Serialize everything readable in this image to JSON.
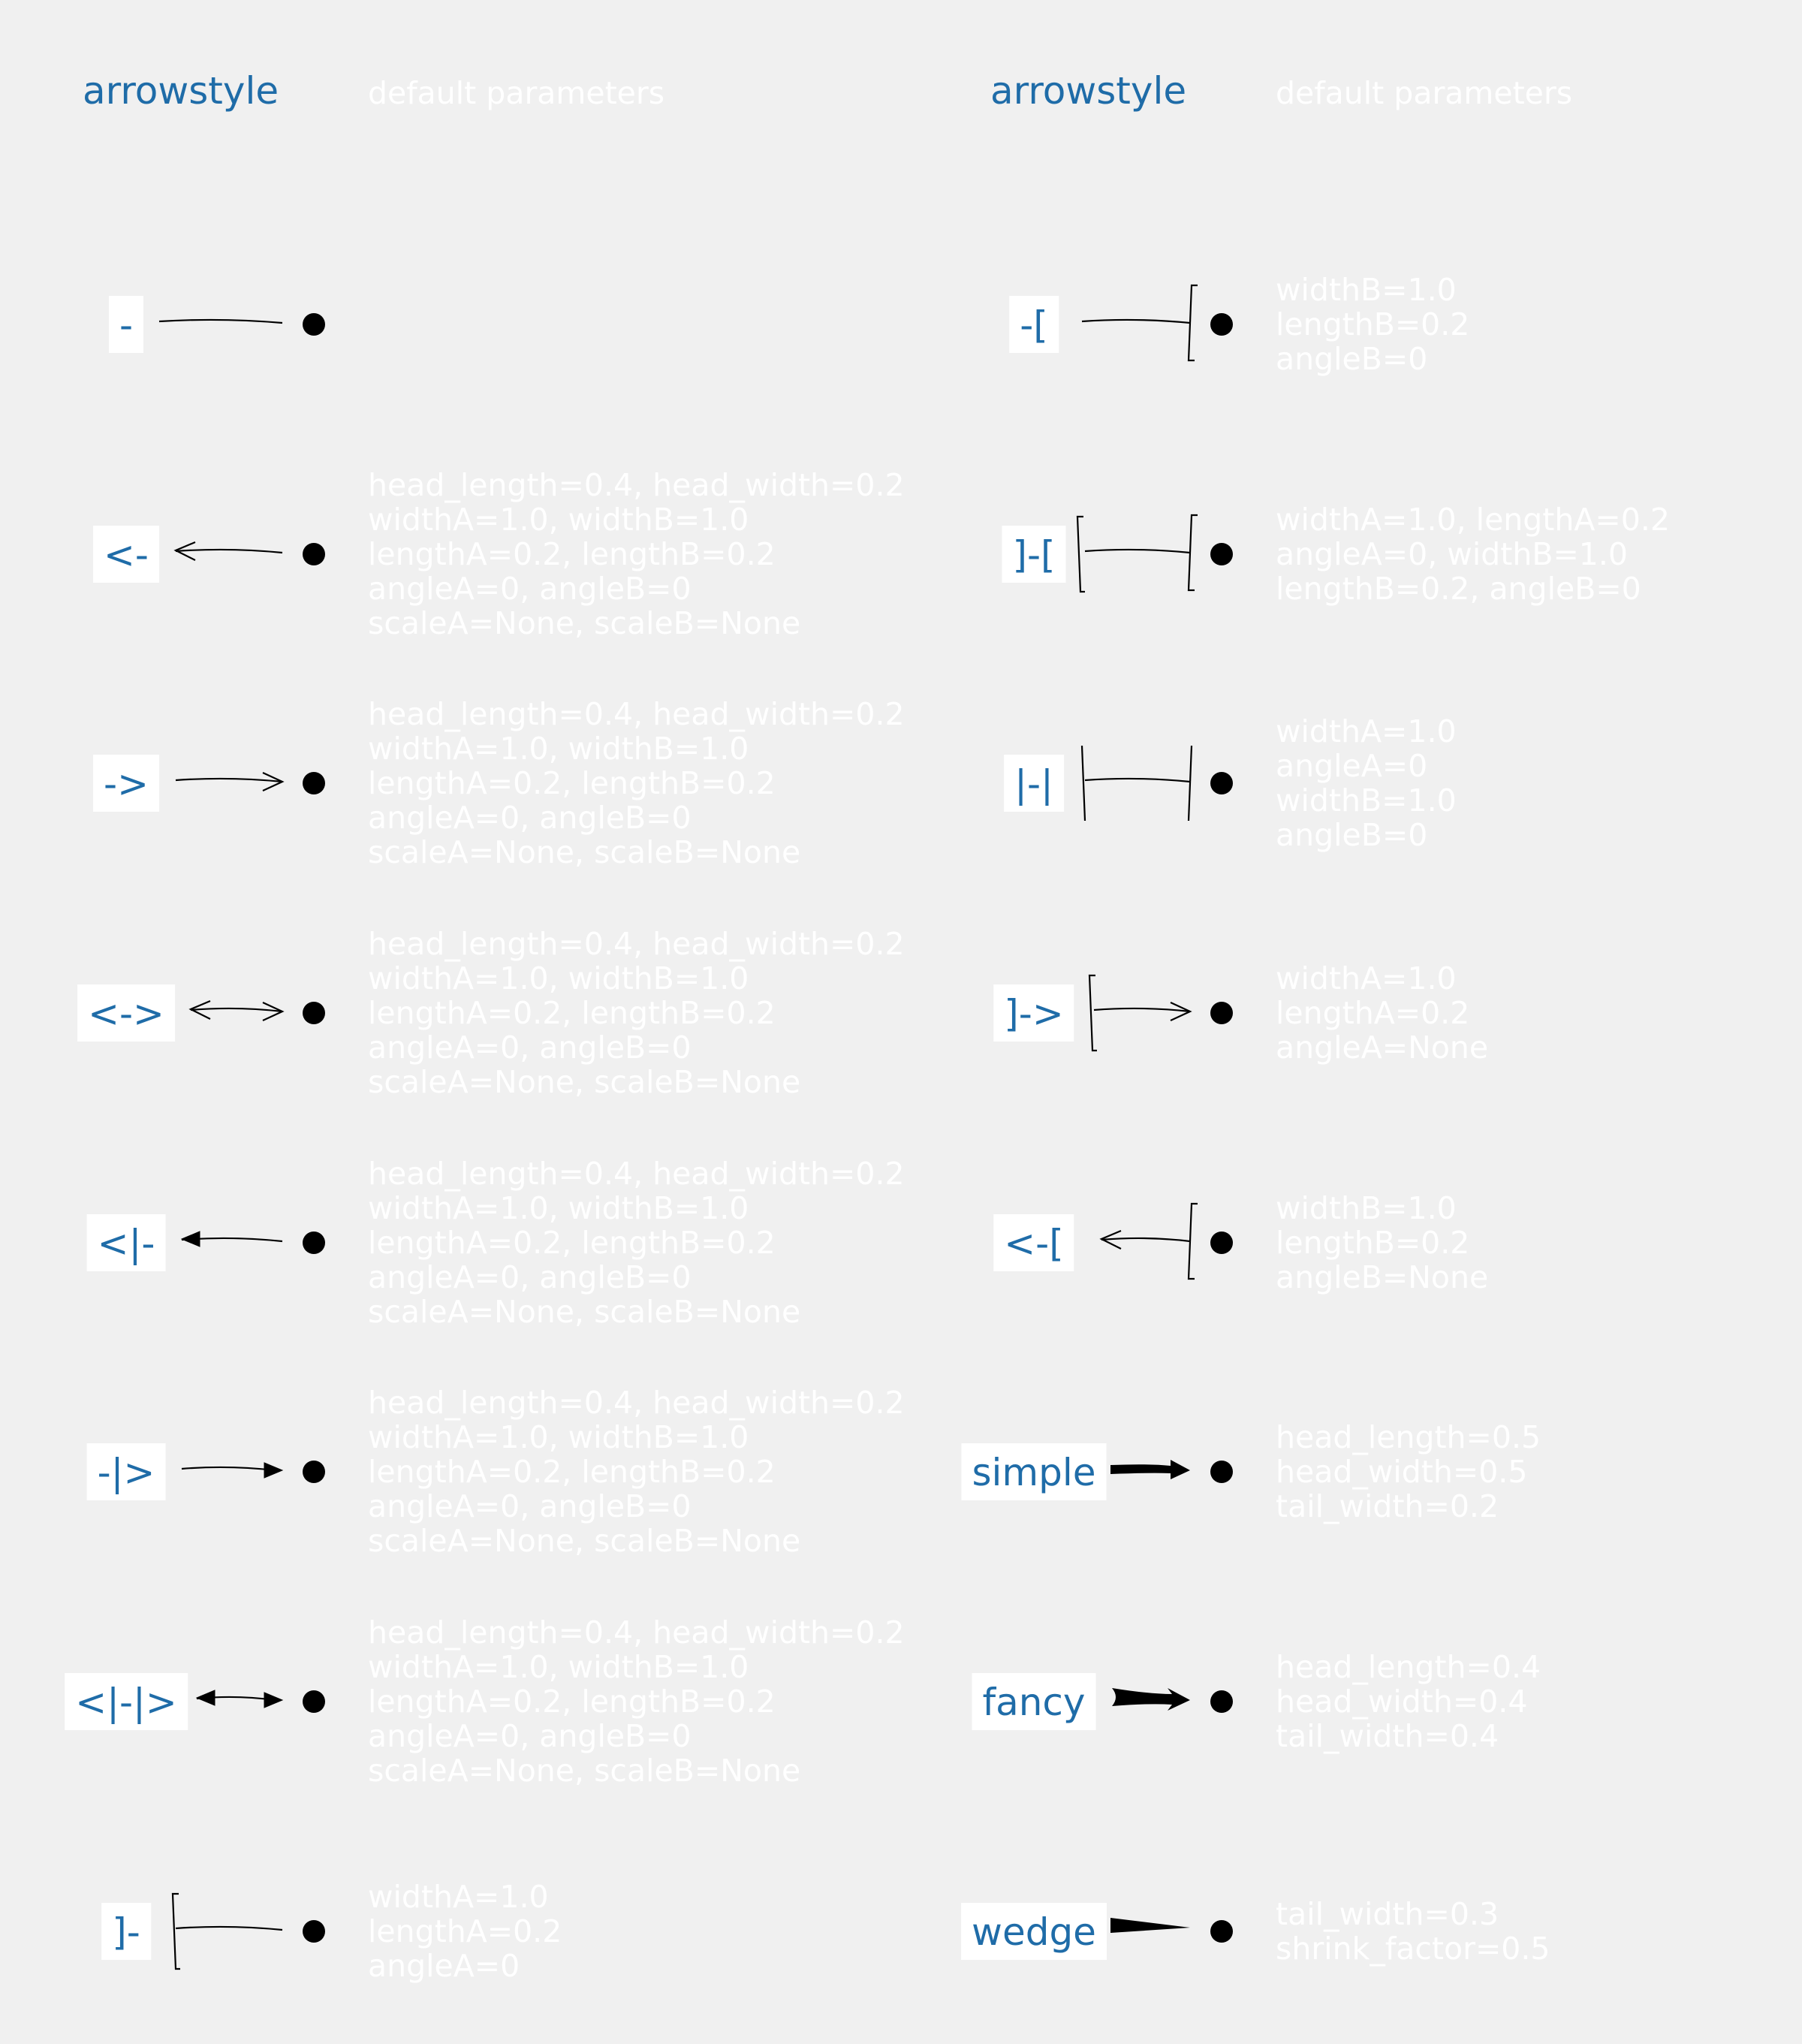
{
  "columns": [
    {
      "header_style": "arrowstyle",
      "header_params": "default parameters",
      "rows": [
        {
          "style": "-",
          "arrow": "plain",
          "params": []
        },
        {
          "style": "<-",
          "arrow": "open-left",
          "params": [
            "head_length=0.4, head_width=0.2",
            "widthA=1.0, widthB=1.0",
            "lengthA=0.2, lengthB=0.2",
            "angleA=0, angleB=0",
            "scaleA=None, scaleB=None"
          ]
        },
        {
          "style": "->",
          "arrow": "open-right",
          "params": [
            "head_length=0.4, head_width=0.2",
            "widthA=1.0, widthB=1.0",
            "lengthA=0.2, lengthB=0.2",
            "angleA=0, angleB=0",
            "scaleA=None, scaleB=None"
          ]
        },
        {
          "style": "<->",
          "arrow": "open-both",
          "params": [
            "head_length=0.4, head_width=0.2",
            "widthA=1.0, widthB=1.0",
            "lengthA=0.2, lengthB=0.2",
            "angleA=0, angleB=0",
            "scaleA=None, scaleB=None"
          ]
        },
        {
          "style": "<|-",
          "arrow": "filled-left",
          "params": [
            "head_length=0.4, head_width=0.2",
            "widthA=1.0, widthB=1.0",
            "lengthA=0.2, lengthB=0.2",
            "angleA=0, angleB=0",
            "scaleA=None, scaleB=None"
          ]
        },
        {
          "style": "-|>",
          "arrow": "filled-right",
          "params": [
            "head_length=0.4, head_width=0.2",
            "widthA=1.0, widthB=1.0",
            "lengthA=0.2, lengthB=0.2",
            "angleA=0, angleB=0",
            "scaleA=None, scaleB=None"
          ]
        },
        {
          "style": "<|-|>",
          "arrow": "filled-both",
          "params": [
            "head_length=0.4, head_width=0.2",
            "widthA=1.0, widthB=1.0",
            "lengthA=0.2, lengthB=0.2",
            "angleA=0, angleB=0",
            "scaleA=None, scaleB=None"
          ]
        },
        {
          "style": "]-",
          "arrow": "bracket-left",
          "params": [
            "widthA=1.0",
            "lengthA=0.2",
            "angleA=0"
          ]
        }
      ]
    },
    {
      "header_style": "arrowstyle",
      "header_params": "default parameters",
      "rows": [
        {
          "style": "-[",
          "arrow": "bracket-right",
          "params": [
            "widthB=1.0",
            "lengthB=0.2",
            "angleB=0"
          ]
        },
        {
          "style": "]-[",
          "arrow": "bracket-both",
          "params": [
            "widthA=1.0, lengthA=0.2",
            "angleA=0, widthB=1.0",
            "lengthB=0.2, angleB=0"
          ]
        },
        {
          "style": "|-|",
          "arrow": "bar-both",
          "params": [
            "widthA=1.0",
            "angleA=0",
            "widthB=1.0",
            "angleB=0"
          ]
        },
        {
          "style": "]->",
          "arrow": "bracket-left-open-right",
          "params": [
            "widthA=1.0",
            "lengthA=0.2",
            "angleA=None"
          ]
        },
        {
          "style": "<-[",
          "arrow": "open-left-bracket-right",
          "params": [
            "widthB=1.0",
            "lengthB=0.2",
            "angleB=None"
          ]
        },
        {
          "style": "simple",
          "arrow": "simple",
          "params": [
            "head_length=0.5",
            "head_width=0.5",
            "tail_width=0.2"
          ]
        },
        {
          "style": "fancy",
          "arrow": "fancy",
          "params": [
            "head_length=0.4",
            "head_width=0.4",
            "tail_width=0.4"
          ]
        },
        {
          "style": "wedge",
          "arrow": "wedge",
          "params": [
            "tail_width=0.3",
            "shrink_factor=0.5"
          ]
        }
      ]
    }
  ],
  "colors": {
    "background": "#f0f0f0",
    "label_text": "#1f6ca8",
    "label_box": "#ffffff",
    "params_text": "#ffffff",
    "arrow": "#000000"
  }
}
